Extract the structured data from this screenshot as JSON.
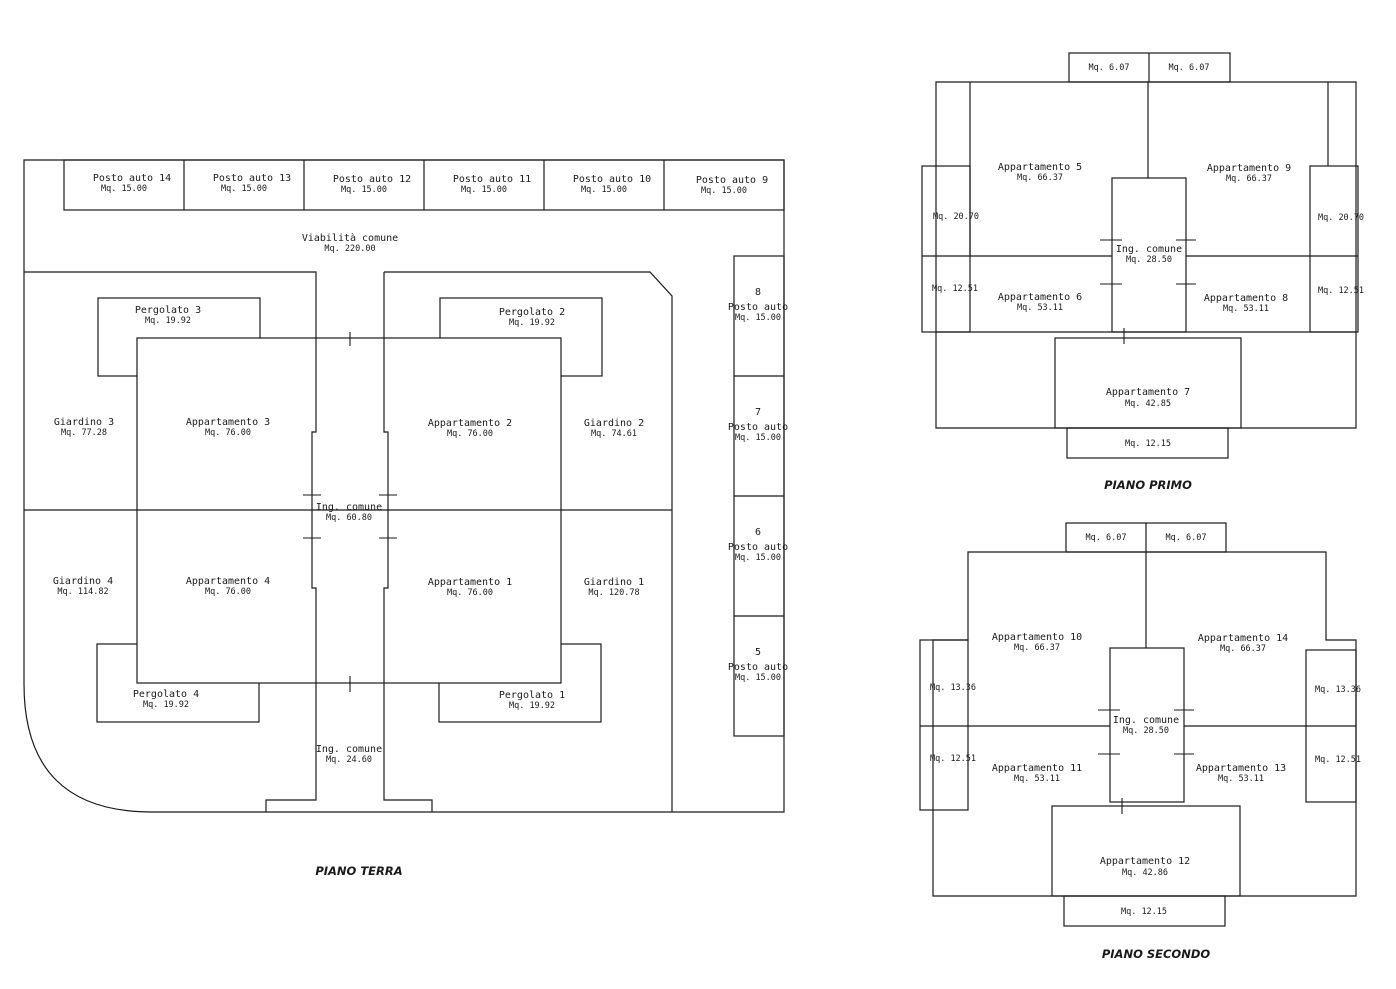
{
  "ground_floor": {
    "title": "PIANO TERRA",
    "parking_row": [
      {
        "label": "Posto auto 14",
        "area": "Mq. 15.00"
      },
      {
        "label": "Posto auto 13",
        "area": "Mq. 15.00"
      },
      {
        "label": "Posto auto 12",
        "area": "Mq. 15.00"
      },
      {
        "label": "Posto auto 11",
        "area": "Mq. 15.00"
      },
      {
        "label": "Posto auto 10",
        "area": "Mq. 15.00"
      },
      {
        "label": "Posto auto 9",
        "area": "Mq. 15.00"
      }
    ],
    "parking_column": [
      {
        "number": "8",
        "label": "Posto auto",
        "area": "Mq. 15.00"
      },
      {
        "number": "7",
        "label": "Posto auto",
        "area": "Mq. 15.00"
      },
      {
        "number": "6",
        "label": "Posto auto",
        "area": "Mq. 15.00"
      },
      {
        "number": "5",
        "label": "Posto auto",
        "area": "Mq. 15.00"
      }
    ],
    "common_road": {
      "label": "Viabilità comune",
      "area": "Mq. 220.00"
    },
    "gardens": [
      {
        "label": "Giardino 3",
        "area": "Mq. 77.28"
      },
      {
        "label": "Giardino 2",
        "area": "Mq. 74.61"
      },
      {
        "label": "Giardino 4",
        "area": "Mq. 114.82"
      },
      {
        "label": "Giardino 1",
        "area": "Mq. 120.78"
      }
    ],
    "pergolas": [
      {
        "label": "Pergolato 3",
        "area": "Mq. 19.92"
      },
      {
        "label": "Pergolato 2",
        "area": "Mq. 19.92"
      },
      {
        "label": "Pergolato 4",
        "area": "Mq. 19.92"
      },
      {
        "label": "Pergolato 1",
        "area": "Mq. 19.92"
      }
    ],
    "apartments": [
      {
        "label": "Appartamento 3",
        "area": "Mq. 76.00"
      },
      {
        "label": "Appartamento 2",
        "area": "Mq. 76.00"
      },
      {
        "label": "Appartamento 4",
        "area": "Mq. 76.00"
      },
      {
        "label": "Appartamento 1",
        "area": "Mq. 76.00"
      }
    ],
    "entrance_center": {
      "label": "Ing. comune",
      "area": "Mq. 60.80"
    },
    "entrance_bottom": {
      "label": "Ing. comune",
      "area": "Mq. 24.60"
    }
  },
  "first_floor": {
    "title": "PIANO PRIMO",
    "balconies_top": [
      "Mq. 6.07",
      "Mq. 6.07"
    ],
    "apartments": [
      {
        "label": "Appartamento 5",
        "area": "Mq. 66.37"
      },
      {
        "label": "Appartamento 9",
        "area": "Mq. 66.37"
      },
      {
        "label": "Appartamento 6",
        "area": "Mq. 53.11"
      },
      {
        "label": "Appartamento 8",
        "area": "Mq. 53.11"
      },
      {
        "label": "Appartamento 7",
        "area": "Mq. 42.85"
      }
    ],
    "entrance": {
      "label": "Ing. comune",
      "area": "Mq. 28.50"
    },
    "side_areas": [
      "Mq. 20.70",
      "Mq. 20.70",
      "Mq. 12.51",
      "Mq. 12.51"
    ],
    "balcony_bottom": "Mq. 12.15"
  },
  "second_floor": {
    "title": "PIANO SECONDO",
    "balconies_top": [
      "Mq. 6.07",
      "Mq. 6.07"
    ],
    "apartments": [
      {
        "label": "Appartamento 10",
        "area": "Mq. 66.37"
      },
      {
        "label": "Appartamento 14",
        "area": "Mq. 66.37"
      },
      {
        "label": "Appartamento 11",
        "area": "Mq. 53.11"
      },
      {
        "label": "Appartamento 13",
        "area": "Mq. 53.11"
      },
      {
        "label": "Appartamento 12",
        "area": "Mq. 42.86"
      }
    ],
    "entrance": {
      "label": "Ing. comune",
      "area": "Mq. 28.50"
    },
    "side_areas": [
      "Mq. 13.36",
      "Mq. 13.36",
      "Mq. 12.51",
      "Mq. 12.51"
    ],
    "balcony_bottom": "Mq. 12.15"
  }
}
